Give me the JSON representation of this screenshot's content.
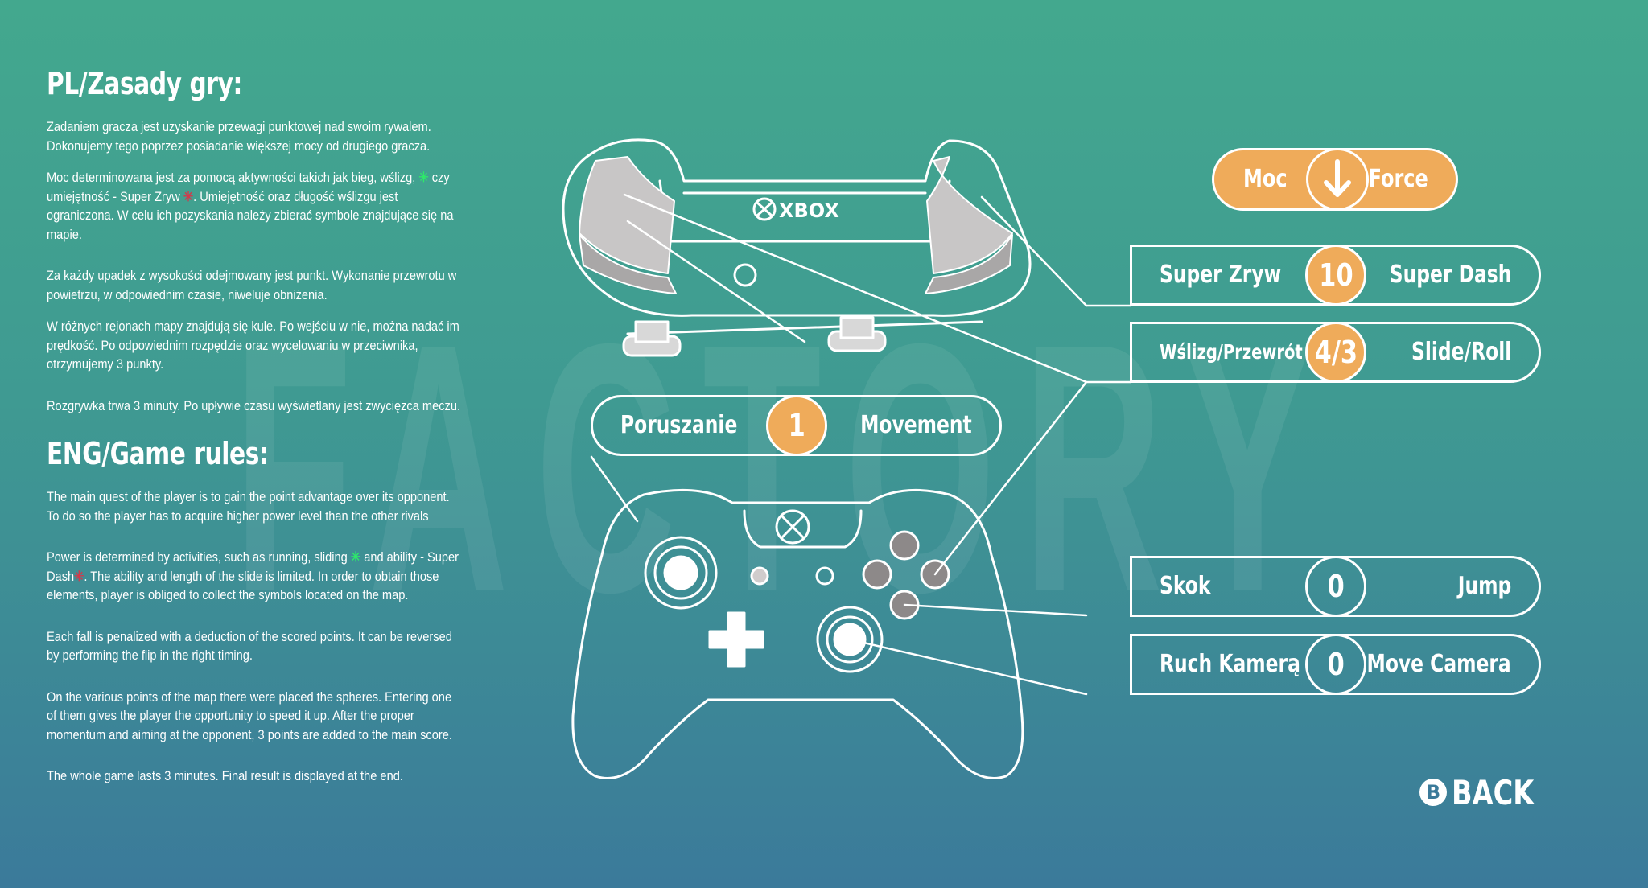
{
  "watermark": "FACTORY",
  "pl": {
    "heading": "PL/Zasady gry:",
    "p1": "Zadaniem gracza jest uzyskanie przewagi punktowej nad swoim rywalem. Dokonujemy tego poprzez posiadanie większej mocy od drugiego gracza.",
    "p2a": "Moc determinowana jest za pomocą aktywności takich jak bieg, wślizg,",
    "p2b": "czy umiejętność - Super Zryw",
    "p2c": ". Umiejętność oraz długość wślizgu jest ograniczona. W celu ich pozyskania należy zbierać symbole znajdujące się na mapie.",
    "p3": "Za każdy upadek z wysokości odejmowany jest punkt. Wykonanie przewrotu w powietrzu, w odpowiednim czasie, niweluje obniżenia.",
    "p4": "W różnych rejonach mapy znajdują się kule. Po wejściu w nie, można nadać im prędkość. Po odpowiednim rozpędzie oraz wycelowaniu w przeciwnika, otrzymujemy 3 punkty.",
    "p5": "Rozgrywka trwa 3 minuty. Po upływie czasu wyświetlany jest zwycięzca meczu."
  },
  "eng": {
    "heading": "ENG/Game rules:",
    "p1": "The main quest of the player is to gain the point advantage over its opponent. To do so the player has to acquire higher power level than the other rivals",
    "p2a": "Power is determined by activities, such as running, sliding",
    "p2b": "and ability - Super Dash",
    "p2c": ". The ability and length of the slide is limited. In order to obtain those elements, player is obliged to collect the symbols located on the map.",
    "p3": "Each fall is penalized with a deduction of the scored points. It can be reversed by performing the flip in the right timing.",
    "p4": "On the various points of the map there were placed the spheres. Entering one of them gives the player the opportunity to speed it up. After the proper momentum and aiming at the opponent, 3 points are added to the main score.",
    "p5": "The whole game lasts 3 minutes. Final result is displayed at the end."
  },
  "symbols": {
    "star": "✳",
    "green": "#2ee86a",
    "red": "#d4384a"
  },
  "controller": {
    "brand": "XBOX"
  },
  "controls": {
    "moc": {
      "left": "Moc",
      "right": "Force"
    },
    "super_dash": {
      "left": "Super Zryw",
      "badge": "10",
      "right": "Super Dash"
    },
    "slide": {
      "left": "Wślizg/Przewrót",
      "badge": "4/3",
      "right": "Slide/Roll"
    },
    "movement": {
      "left": "Poruszanie",
      "badge": "1",
      "right": "Movement"
    },
    "jump": {
      "left": "Skok",
      "badge": "0",
      "right": "Jump"
    },
    "camera": {
      "left": "Ruch Kamerą",
      "badge": "0",
      "right": "Move Camera"
    }
  },
  "back": {
    "button_letter": "B",
    "label": "BACK"
  },
  "colors": {
    "accent": "#efab5a",
    "line": "#ffffff"
  }
}
